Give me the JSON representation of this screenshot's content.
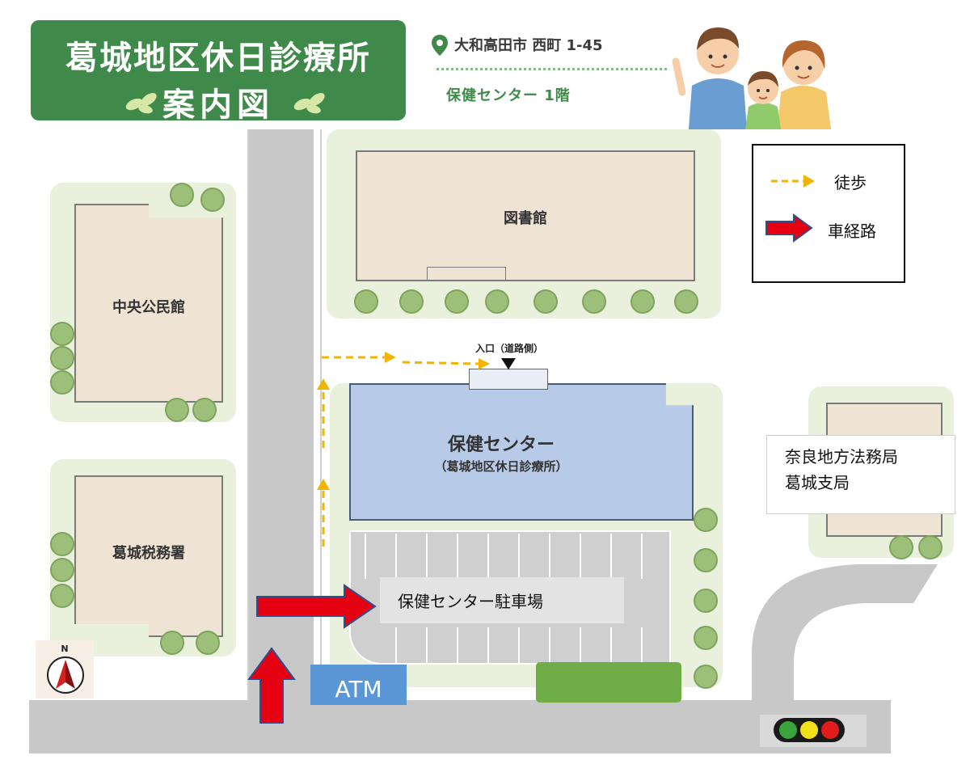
{
  "header": {
    "title_line1": "葛城地区休日診療所",
    "title_line2": "案内図",
    "address": "大和高田市 西町 1-45",
    "floor": "保健センター 1階"
  },
  "legend": {
    "walk_label": "徒歩",
    "car_label": "車経路"
  },
  "buildings": {
    "library": "図書館",
    "central_hall": "中央公民館",
    "tax_office": "葛城税務署",
    "health_center": "保健センター",
    "health_center_sub": "（葛城地区休日診療所）",
    "entrance": "入口（道路側）",
    "legal_line1": "奈良地方法務局",
    "legal_line2": "葛城支局",
    "parking": "保健センター駐車場",
    "atm": "ATM"
  },
  "compass": {
    "north": "N"
  },
  "colors": {
    "header_green": "#3f8a4a",
    "building_blue": "#b7cbe8",
    "walk_arrow": "#f3b400",
    "car_arrow": "#e50012",
    "road": "#c8c8c8",
    "parking_lot": "#cfcfcf"
  }
}
